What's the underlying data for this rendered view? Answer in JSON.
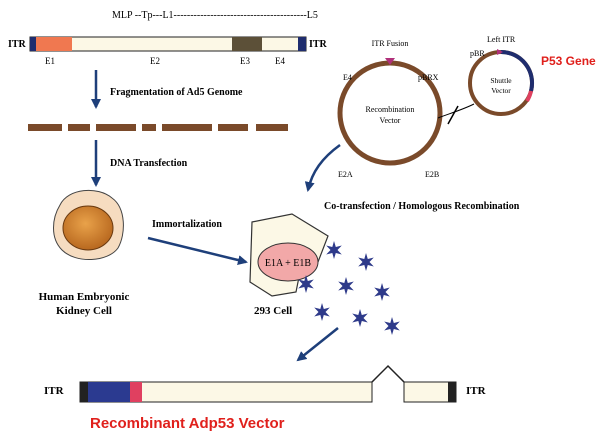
{
  "genome": {
    "top_label": "MLP --Tp---L1----------------------------------------L5",
    "itr_left": "ITR",
    "itr_right": "ITR",
    "regions": [
      "E1",
      "E2",
      "E3",
      "E4"
    ]
  },
  "steps": {
    "fragmentation": "Fragmentation of Ad5 Genome",
    "transfection": "DNA Transfection",
    "immortalization": "Immortalization",
    "cotransfection": "Co-transfection / Homologous Recombination"
  },
  "recombination_vector": {
    "name_line1": "Recombination",
    "name_line2": "Vector",
    "itr_fusion": "ITR Fusion",
    "e4": "E4",
    "pbrx": "pBRX",
    "e2a": "E2A",
    "e2b": "E2B"
  },
  "shuttle_vector": {
    "name_line1": "Shuttle",
    "name_line2": "Vector",
    "left_itr": "Left ITR",
    "pbr": "pBR",
    "gene": "P53 Gene"
  },
  "cells": {
    "hek_line1": "Human Embryonic",
    "hek_line2": "Kidney Cell",
    "cell293": "293 Cell",
    "e1": "E1A + E1B"
  },
  "result": {
    "itr_left": "ITR",
    "itr_right": "ITR",
    "title": "Recombinant Adp53 Vector"
  },
  "colors": {
    "brown": "#7a4a2a",
    "orange": "#f07850",
    "navy": "#1f2d6e",
    "arrow": "#1e3f7a",
    "red_text": "#e0201c",
    "cream": "#fcf8e6",
    "pink": "#e06a86",
    "magenta": "#b0307a",
    "cell_fill": "#d9892f",
    "star": "#2e3a8a"
  }
}
